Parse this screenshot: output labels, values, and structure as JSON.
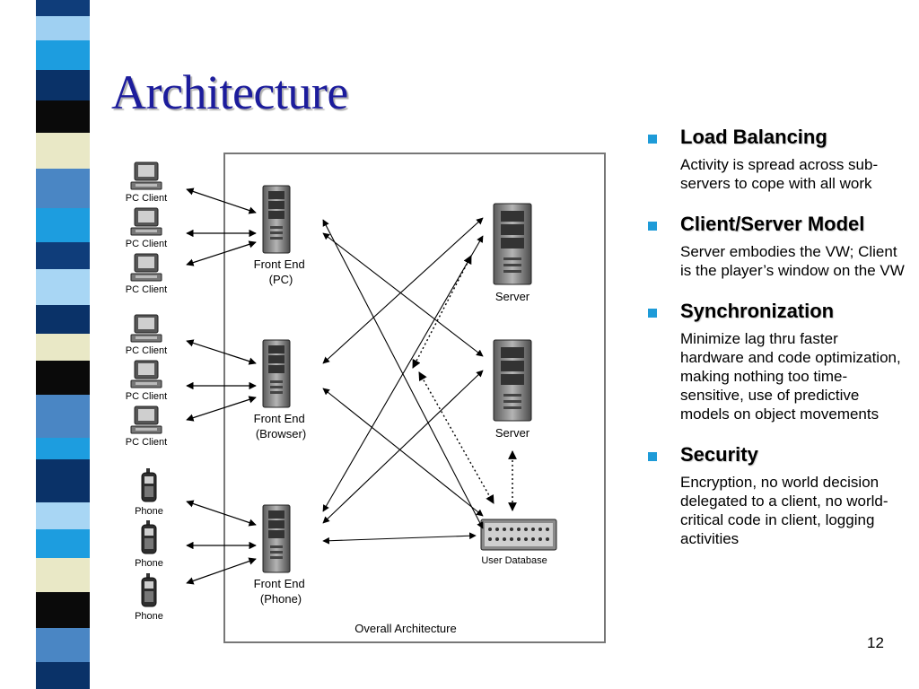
{
  "slide": {
    "title": "Architecture",
    "page_number": "12"
  },
  "stripes": [
    {
      "from": 0,
      "to": 18,
      "color": "#0f3d7a"
    },
    {
      "from": 18,
      "to": 45,
      "color": "#9fd0f2"
    },
    {
      "from": 45,
      "to": 78,
      "color": "#1d9ddf"
    },
    {
      "from": 78,
      "to": 112,
      "color": "#0a3268"
    },
    {
      "from": 112,
      "to": 148,
      "color": "#0a0a0a"
    },
    {
      "from": 148,
      "to": 188,
      "color": "#e9e8c6"
    },
    {
      "from": 188,
      "to": 232,
      "color": "#4a86c4"
    },
    {
      "from": 232,
      "to": 270,
      "color": "#1d9ddf"
    },
    {
      "from": 270,
      "to": 300,
      "color": "#0f3d7a"
    },
    {
      "from": 300,
      "to": 340,
      "color": "#a8d6f4"
    },
    {
      "from": 340,
      "to": 372,
      "color": "#0a3268"
    },
    {
      "from": 372,
      "to": 402,
      "color": "#e9e8c6"
    },
    {
      "from": 402,
      "to": 440,
      "color": "#0a0a0a"
    },
    {
      "from": 440,
      "to": 488,
      "color": "#4a86c4"
    },
    {
      "from": 488,
      "to": 512,
      "color": "#1d9ddf"
    },
    {
      "from": 512,
      "to": 560,
      "color": "#0a3268"
    },
    {
      "from": 560,
      "to": 590,
      "color": "#a8d6f4"
    },
    {
      "from": 590,
      "to": 622,
      "color": "#1d9ddf"
    },
    {
      "from": 622,
      "to": 660,
      "color": "#e9e8c6"
    },
    {
      "from": 660,
      "to": 700,
      "color": "#0a0a0a"
    },
    {
      "from": 700,
      "to": 738,
      "color": "#4a86c4"
    },
    {
      "from": 738,
      "to": 768,
      "color": "#0a3268"
    }
  ],
  "diagram": {
    "caption": "Overall Architecture",
    "pc_client_label": "PC Client",
    "phone_label": "Phone",
    "front_end_pc": [
      "Front End",
      "(PC)"
    ],
    "front_end_browser": [
      "Front End",
      "(Browser)"
    ],
    "front_end_phone": [
      "Front End",
      "(Phone)"
    ],
    "server_label": "Server",
    "database_label": "User Database"
  },
  "bullets": [
    {
      "heading": "Load Balancing",
      "text": "Activity is spread across sub-servers to cope with all work"
    },
    {
      "heading": "Client/Server Model",
      "text": "Server embodies the VW; Client is the player’s window on the VW"
    },
    {
      "heading": "Synchronization",
      "text": "Minimize lag thru faster hardware and code optimization, making nothing too time-sensitive, use of predictive models on object movements"
    },
    {
      "heading": "Security",
      "text": "Encryption, no world decision delegated to a client, no world-critical code in client, logging activities"
    }
  ],
  "colors": {
    "title": "#1c1c9c",
    "bullet_marker": "#1e9bd8"
  }
}
